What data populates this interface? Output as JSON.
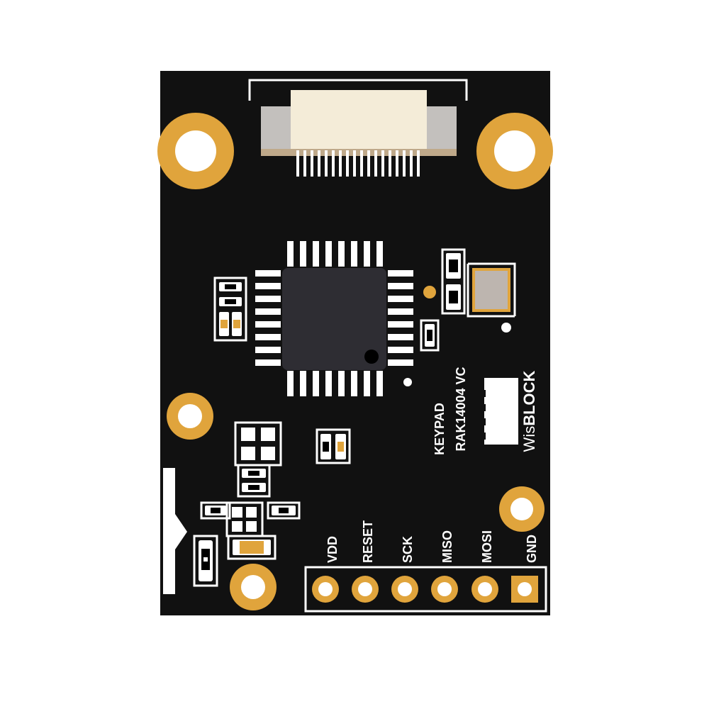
{
  "board": {
    "silkscreen": {
      "module_name": "KEYPAD",
      "part_number": "RAK14004 VC",
      "brand_prefix": "Wis",
      "brand_suffix": "BLOCK"
    },
    "header_pins": [
      {
        "label": "VDD"
      },
      {
        "label": "RESET"
      },
      {
        "label": "SCK"
      },
      {
        "label": "MISO"
      },
      {
        "label": "MOSI"
      },
      {
        "label": "GND"
      }
    ]
  },
  "colors": {
    "pcb": "#111111",
    "gold_pad": "#e0a43c",
    "silkscreen": "#ffffff",
    "ic_body": "#2e2d33",
    "connector_body": "#f4ecd8"
  }
}
